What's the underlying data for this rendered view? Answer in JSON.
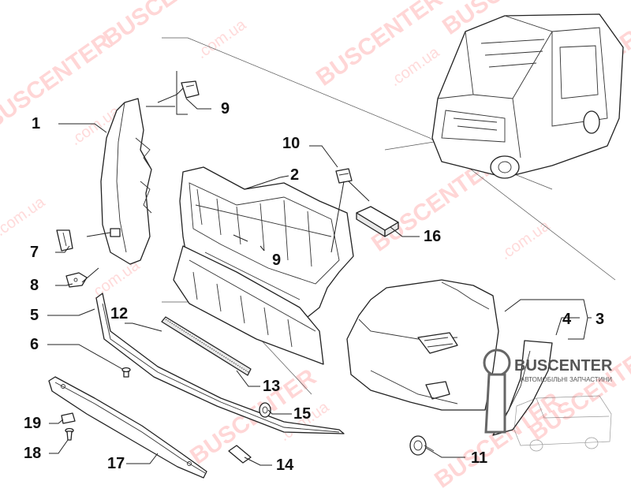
{
  "diagram": {
    "callouts": [
      {
        "id": "c1",
        "label": "1"
      },
      {
        "id": "c2",
        "label": "2"
      },
      {
        "id": "c3",
        "label": "3"
      },
      {
        "id": "c4",
        "label": "4"
      },
      {
        "id": "c5",
        "label": "5"
      },
      {
        "id": "c6",
        "label": "6"
      },
      {
        "id": "c7",
        "label": "7"
      },
      {
        "id": "c8",
        "label": "8"
      },
      {
        "id": "c9a",
        "label": "9"
      },
      {
        "id": "c9b",
        "label": "9"
      },
      {
        "id": "c10",
        "label": "10"
      },
      {
        "id": "c11",
        "label": "11"
      },
      {
        "id": "c12",
        "label": "12"
      },
      {
        "id": "c13",
        "label": "13"
      },
      {
        "id": "c14",
        "label": "14"
      },
      {
        "id": "c15",
        "label": "15"
      },
      {
        "id": "c16",
        "label": "16"
      },
      {
        "id": "c17",
        "label": "17"
      },
      {
        "id": "c18",
        "label": "18"
      },
      {
        "id": "c19",
        "label": "19"
      }
    ]
  },
  "watermark": {
    "brand": "BUSCENTER",
    "domain": ".com.ua",
    "color": "#ff6f6f"
  },
  "logo": {
    "name": "BUSCENTER",
    "tagline": "АВТОМОБІЛЬНІ ЗАПЧАСТИНИ"
  }
}
